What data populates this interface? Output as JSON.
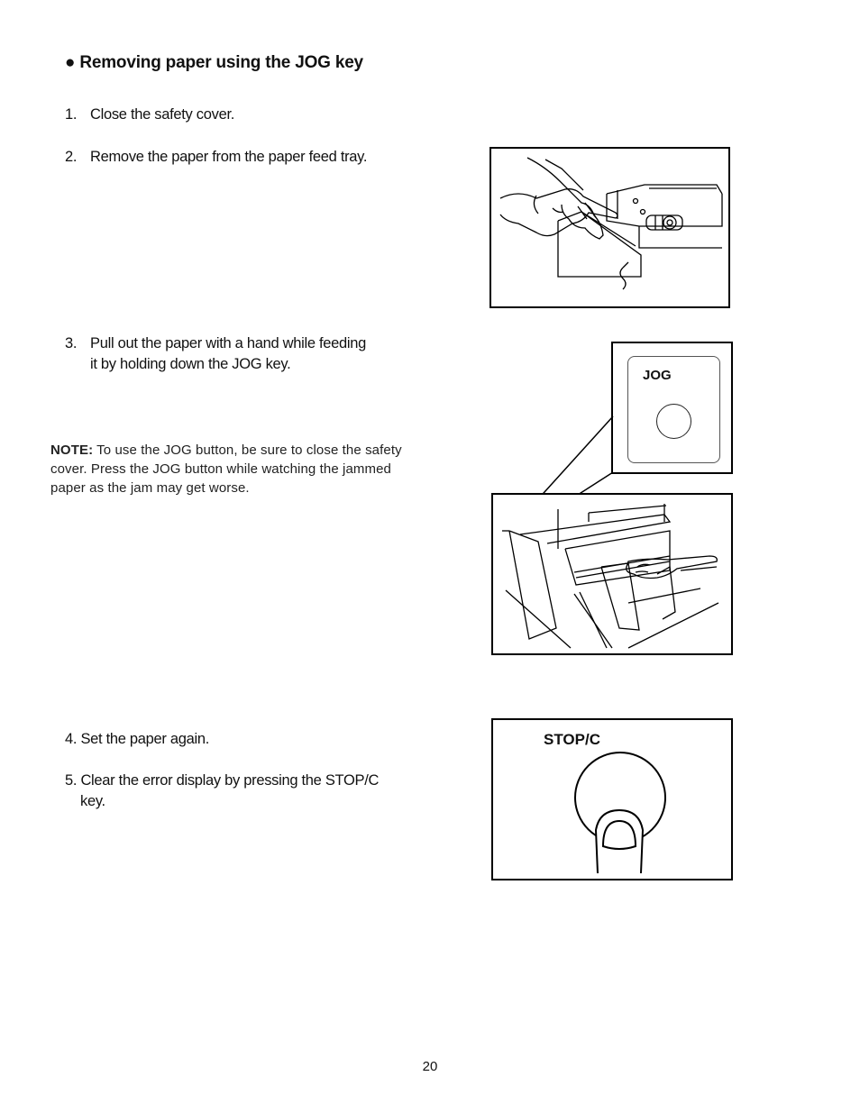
{
  "heading": "● Removing paper using the JOG key",
  "steps": [
    {
      "num": "1.",
      "text": "Close the safety cover."
    },
    {
      "num": "2.",
      "text": "Remove the paper from the paper feed tray."
    },
    {
      "num": "3.",
      "line1": "Pull out the paper with a hand while feeding",
      "line2": "it by holding down the JOG key."
    },
    {
      "text": "4. Set the paper again."
    },
    {
      "line1": "5. Clear the error display by pressing the STOP/C",
      "line2": "key."
    }
  ],
  "note": {
    "label": "NOTE:",
    "text": " To use the JOG button, be sure to close the safety cover. Press the JOG button while watching the jammed paper as the jam may get worse."
  },
  "figures": {
    "jog_key_label": "JOG",
    "stop_key_label": "STOP/C"
  },
  "page_number": "20"
}
